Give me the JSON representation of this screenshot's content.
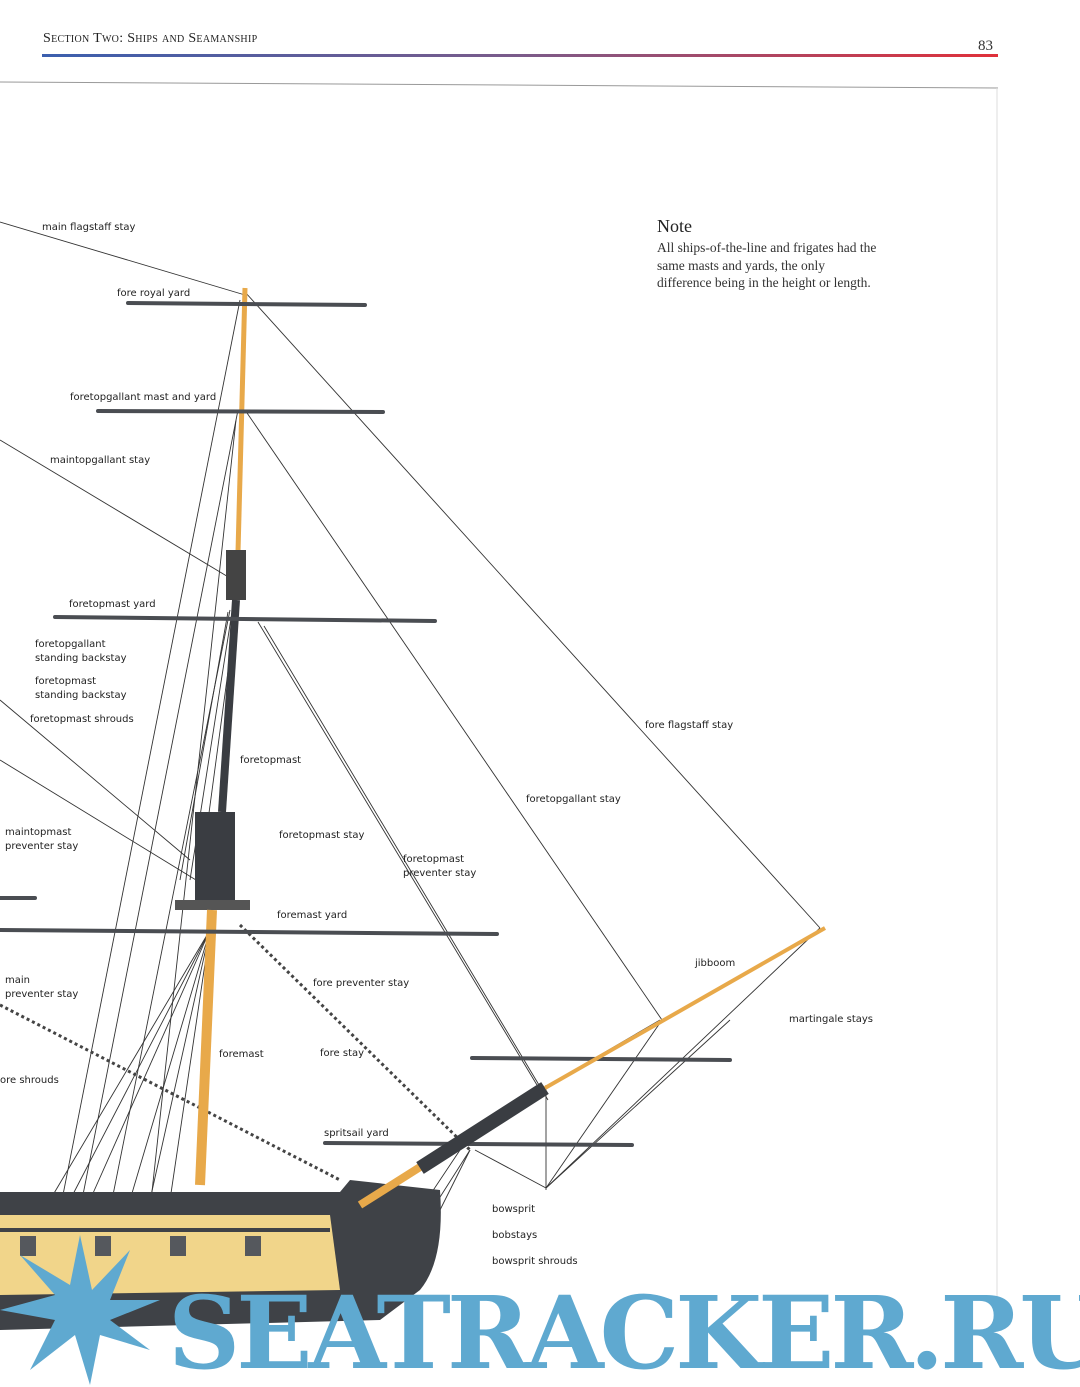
{
  "header": {
    "section": "Section Two: Ships and Seamanship",
    "page_number": "83"
  },
  "note": {
    "title": "Note",
    "body": "All ships-of-the-line and frigates had the same masts and yards, the only difference being in the height or length."
  },
  "labels": {
    "main_flagstaff_stay": "main flagstaff stay",
    "fore_royal_yard": "fore royal yard",
    "foretopgallant_mast_yard": "foretopgallant mast and yard",
    "maintopgallant_stay": "maintopgallant stay",
    "foretopmast_yard": "foretopmast yard",
    "foretopgallant_backstay": "foretopgallant\nstanding backstay",
    "foretopmast_backstay": "foretopmast\nstanding backstay",
    "foretopmast_shrouds": "foretopmast shrouds",
    "foretopmast": "foretopmast",
    "maintopmast_preventer_stay": "maintopmast\npreventer stay",
    "foretopmast_stay": "foretopmast stay",
    "foretopmast_preventer_stay": "foretopmast\npreventer stay",
    "foremast_yard": "foremast yard",
    "main_preventer_stay": "main\npreventer stay",
    "fore_preventer_stay": "fore preventer stay",
    "fore_shrouds": "ore shrouds",
    "foremast": "foremast",
    "fore_stay": "fore stay",
    "spritsail_yard": "spritsail yard",
    "fore_flagstaff_stay": "fore flagstaff stay",
    "foretopgallant_stay": "foretopgallant stay",
    "jibboom": "jibboom",
    "martingale_stays": "martingale stays",
    "bowsprit": "bowsprit",
    "bobstays": "bobstays",
    "bowsprit_shrouds": "bowsprit shrouds"
  },
  "watermark": "SEATRACKER.RU",
  "colors": {
    "mast": "#e8a94a",
    "hull": "#f1d58a",
    "dark": "#3a3d42",
    "watermark": "#5fa9d0"
  }
}
